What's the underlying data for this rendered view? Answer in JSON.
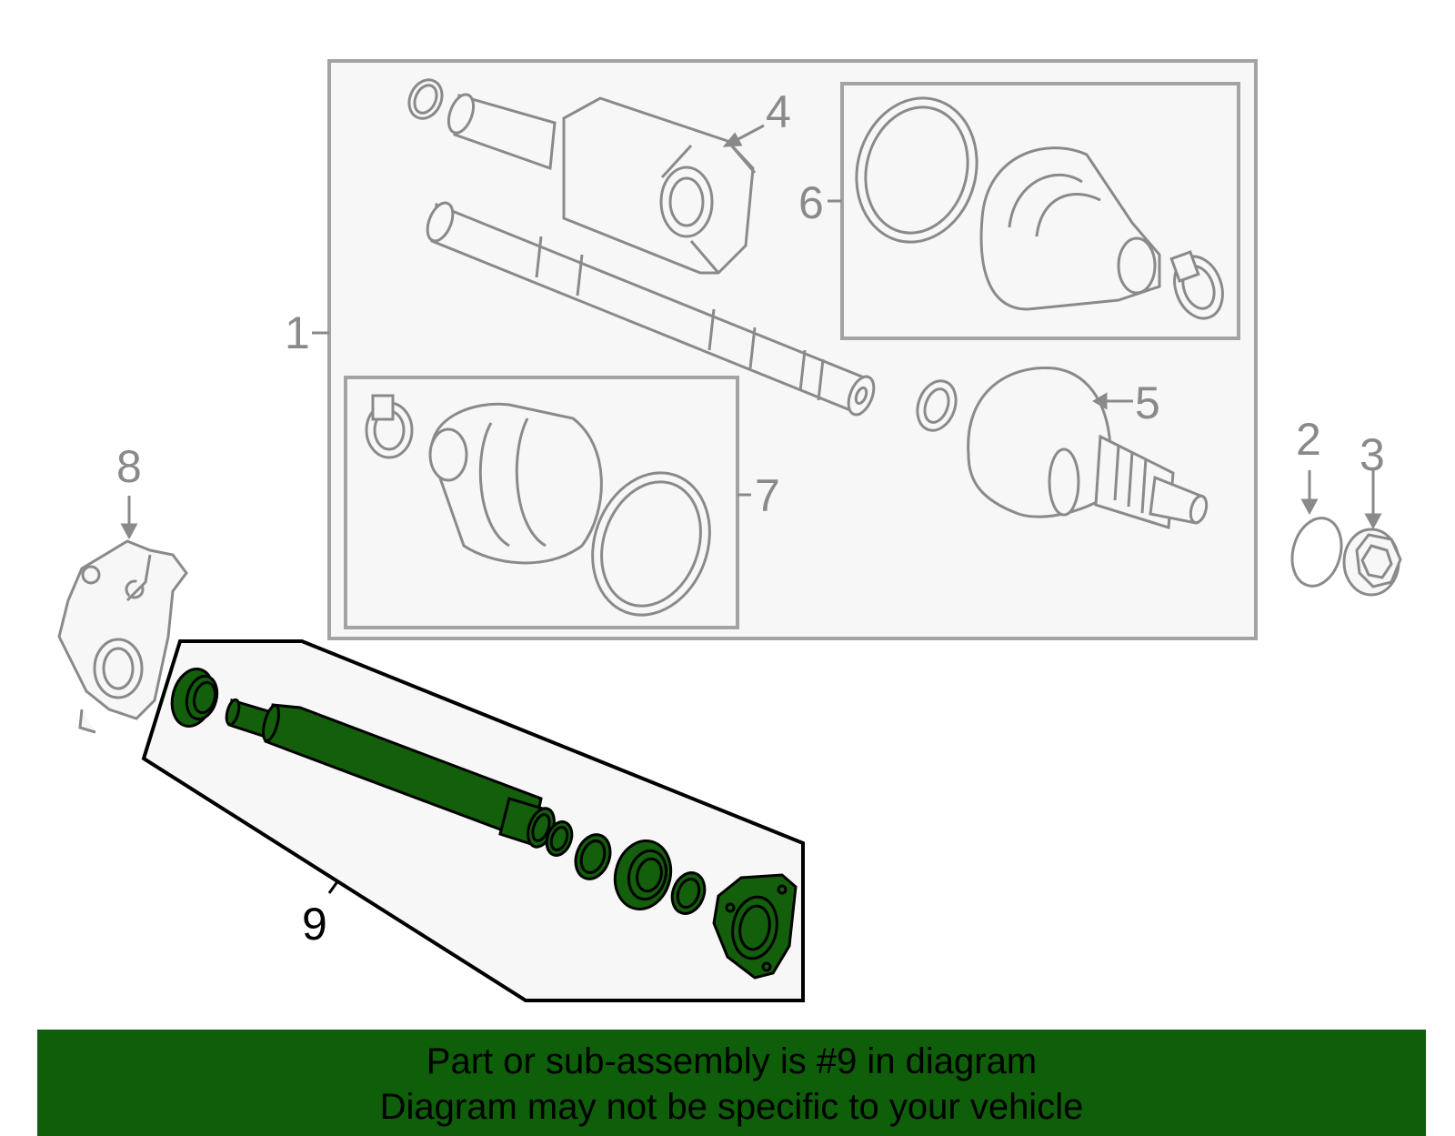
{
  "callouts": {
    "c1": "1",
    "c2": "2",
    "c3": "3",
    "c4": "4",
    "c5": "5",
    "c6": "6",
    "c7": "7",
    "c8": "8",
    "c9": "9"
  },
  "banner": {
    "line1": "Part or sub-assembly is #9 in diagram",
    "line2": "Diagram may not be specific to your vehicle"
  },
  "colors": {
    "highlight": "#135f0c",
    "banner": "#0e5e0a",
    "outline": "#8a8a8a",
    "panel": "#f7f7f7"
  }
}
